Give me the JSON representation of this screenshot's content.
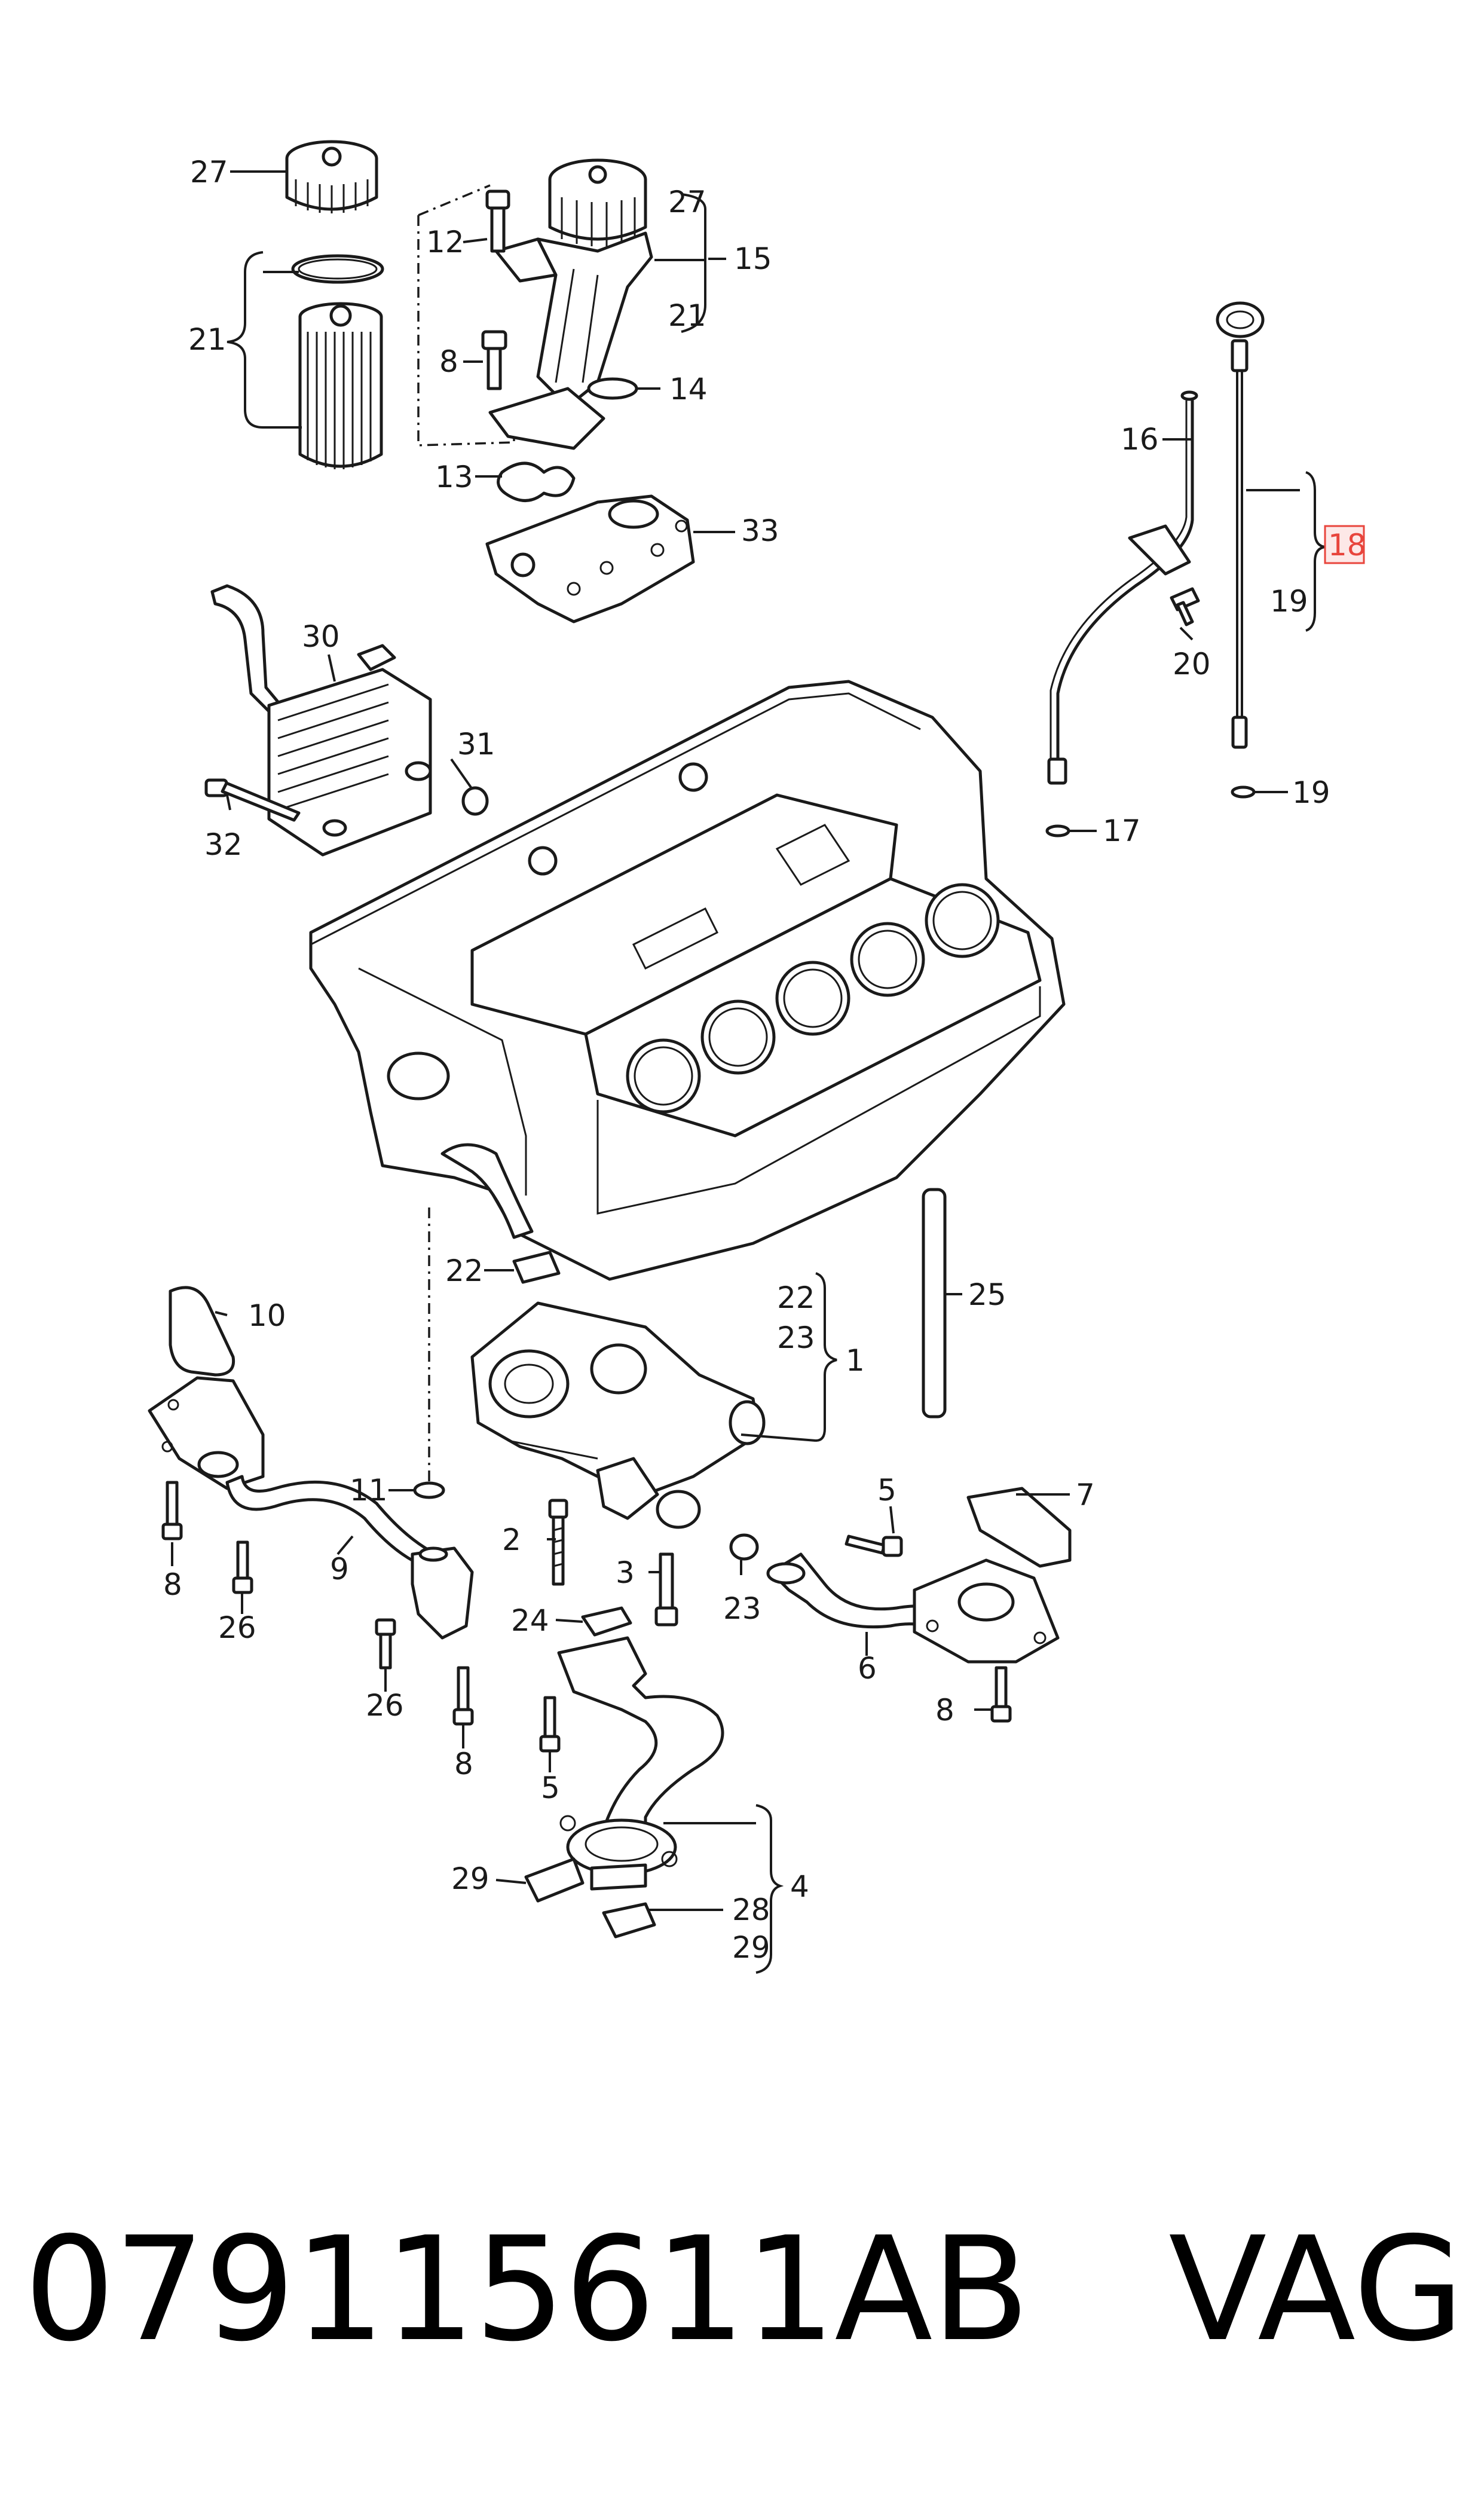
{
  "diagram": {
    "callouts": {
      "c27a": "27",
      "c27b": "27",
      "c12": "12",
      "c15": "15",
      "c21a": "21",
      "c21b": "21",
      "c8a": "8",
      "c14": "14",
      "c13": "13",
      "c33": "33",
      "c16": "16",
      "c18": "18",
      "c19a": "19",
      "c20": "20",
      "c19b": "19",
      "c17": "17",
      "c30": "30",
      "c31": "31",
      "c32": "32",
      "c22a": "22",
      "c22b": "22",
      "c23a": "23",
      "c1": "1",
      "c25": "25",
      "c10": "10",
      "c11": "11",
      "c5a": "5",
      "c7": "7",
      "c2": "2",
      "c3": "3",
      "c23b": "23",
      "c8b": "8",
      "c26a": "26",
      "c9": "9",
      "c24": "24",
      "c6": "6",
      "c26b": "26",
      "c8c": "8",
      "c8d": "8",
      "c5b": "5",
      "c29a": "29",
      "c28": "28",
      "c4": "4",
      "c29b": "29"
    },
    "highlight_color": "#e8453c"
  },
  "footer": {
    "part_number": "079115611AB",
    "brand": "VAG"
  }
}
